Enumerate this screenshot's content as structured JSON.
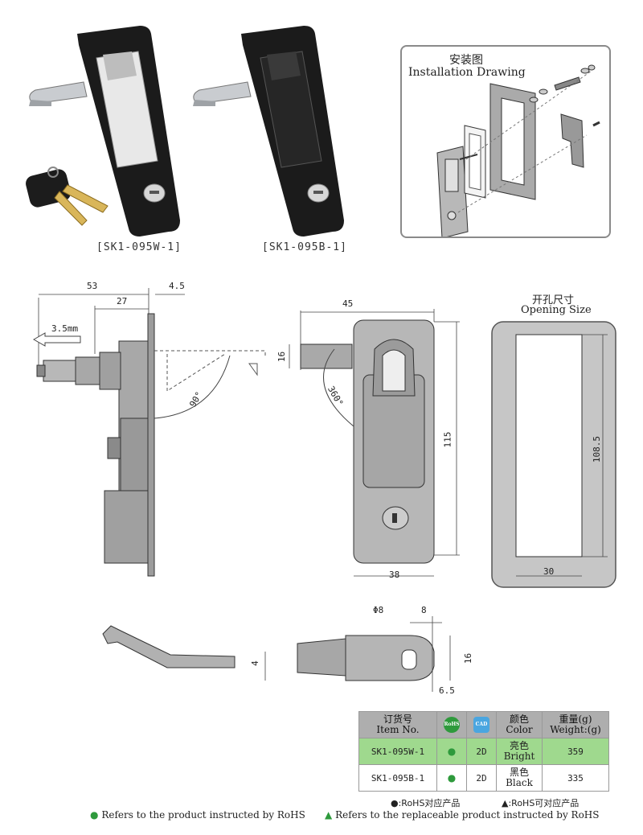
{
  "products": {
    "white_caption": "[SK1-095W-1]",
    "black_caption": "[SK1-095B-1]"
  },
  "installation": {
    "title_cn": "安装图",
    "title_en": "Installation Drawing"
  },
  "side_view": {
    "dim_53": "53",
    "dim_4_5": "4.5",
    "dim_27": "27",
    "dim_3_5mm": "3.5mm",
    "angle_90": "90°"
  },
  "front_view": {
    "dim_45": "45",
    "dim_16": "16",
    "angle_360": "360°",
    "dim_115": "115",
    "dim_38": "38"
  },
  "opening": {
    "title_cn": "开孔尺寸",
    "title_en": "Opening Size",
    "height": "108.5",
    "width": "30"
  },
  "cam_side": {
    "thickness": "4"
  },
  "cam_top": {
    "hole": "Φ8",
    "dim_8": "8",
    "dim_16": "16",
    "dim_6_5": "6.5"
  },
  "table": {
    "headers": {
      "item_cn": "订货号",
      "item_en": "Item No.",
      "rohs": "RoHS",
      "cad": "CAD",
      "color_cn": "颜色",
      "color_en": "Color",
      "weight_cn": "重量(g)",
      "weight_en": "Weight:(g)"
    },
    "rows": [
      {
        "item": "SK1-095W-1",
        "rohs": "●",
        "cad": "2D",
        "color_cn": "亮色",
        "color_en": "Bright",
        "weight": "359"
      },
      {
        "item": "SK1-095B-1",
        "rohs": "●",
        "cad": "2D",
        "color_cn": "黑色",
        "color_en": "Black",
        "weight": "335"
      }
    ],
    "note_rohs": "●:RoHS对应产品",
    "note_replaceable": "▲:RoHS可对应产品"
  },
  "legend": {
    "rohs": "Refers to the product instructed by RoHS",
    "replaceable": "Refers to the replaceable product instructed by RoHS"
  },
  "colors": {
    "accent_green": "#2e9a3c",
    "highlight_row": "#9fd98e",
    "cad_blue": "#4aa6e0"
  }
}
